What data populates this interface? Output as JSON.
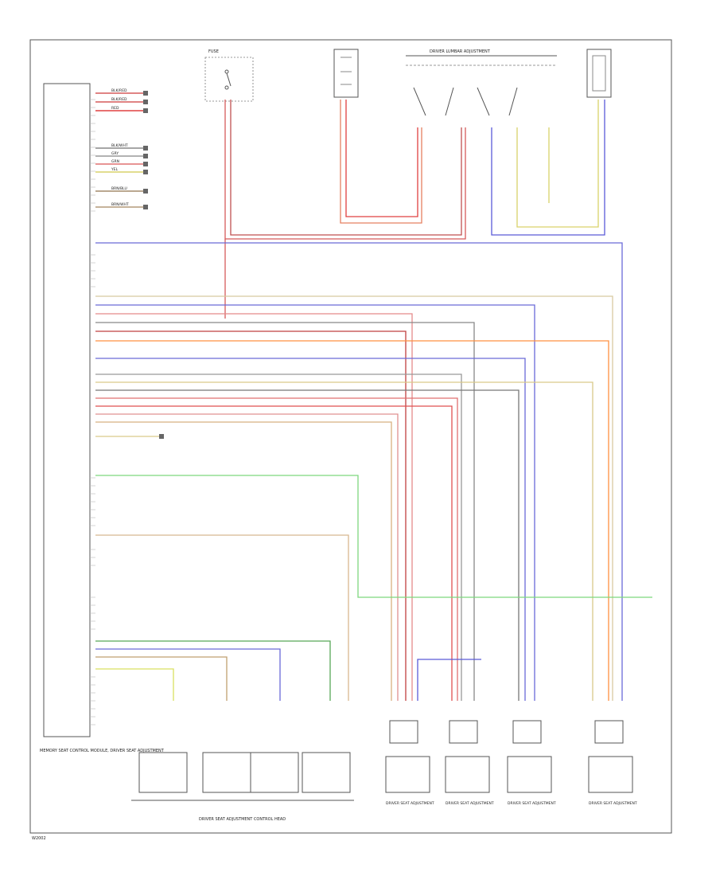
{
  "diagram": {
    "module_labels": {
      "main": "MEMORY SEAT CONTROL MODULE, DRIVER SEAT ADJUSTMENT",
      "controls": "DRIVER SEAT ADJUSTMENT CONTROL HEAD",
      "fuse": "FUSE",
      "top_switch": "DRIVER LUMBAR ADJUSTMENT",
      "motor1": "DRIVER SEAT ADJUSTMENT",
      "motor2": "DRIVER SEAT ADJUSTMENT",
      "motor3": "DRIVER SEAT ADJUSTMENT",
      "motor4": "DRIVER SEAT ADJUSTMENT"
    },
    "left_wires": [
      {
        "label": "BLK/RED",
        "color": "#d55a5a"
      },
      {
        "label": "BLK/RED",
        "color": "#d55a5a"
      },
      {
        "label": "RED",
        "color": "#e04040"
      },
      {
        "label": "BLK/WHT",
        "color": "#888888"
      },
      {
        "label": "GRY",
        "color": "#999999"
      },
      {
        "label": "GRN",
        "color": "#69b869"
      },
      {
        "label": "YEL",
        "color": "#d9d26a"
      },
      {
        "label": "BRN/BLU",
        "color": "#a38c6c"
      },
      {
        "label": "BRN/WHT",
        "color": "#b39a7a"
      }
    ],
    "footer": "W2002"
  }
}
